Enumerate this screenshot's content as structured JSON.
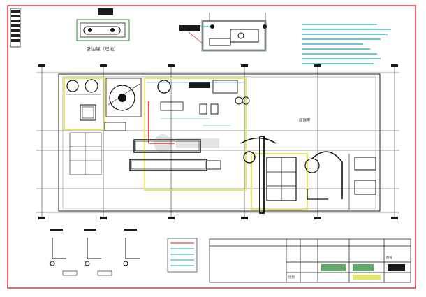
{
  "colors": {
    "frame": "#e8242c",
    "building_line": "#3a3a3a",
    "highlight": "#e6e66a",
    "equipment": "#1a1a1a",
    "cyan_annotation": "#1aa6b7",
    "red_pipe": "#e02020",
    "green_box": "#2e8b3a"
  },
  "tank_caption": "卧油罐（埋地）",
  "room_label": "原器室",
  "title_block": {
    "label_1": "比例",
    "label_2": "图号"
  },
  "icons": [
    "watermark-logo-icon",
    "fuel-tank-icon",
    "boiler-icon",
    "pump-icon",
    "exhaust-pipe-icon"
  ]
}
